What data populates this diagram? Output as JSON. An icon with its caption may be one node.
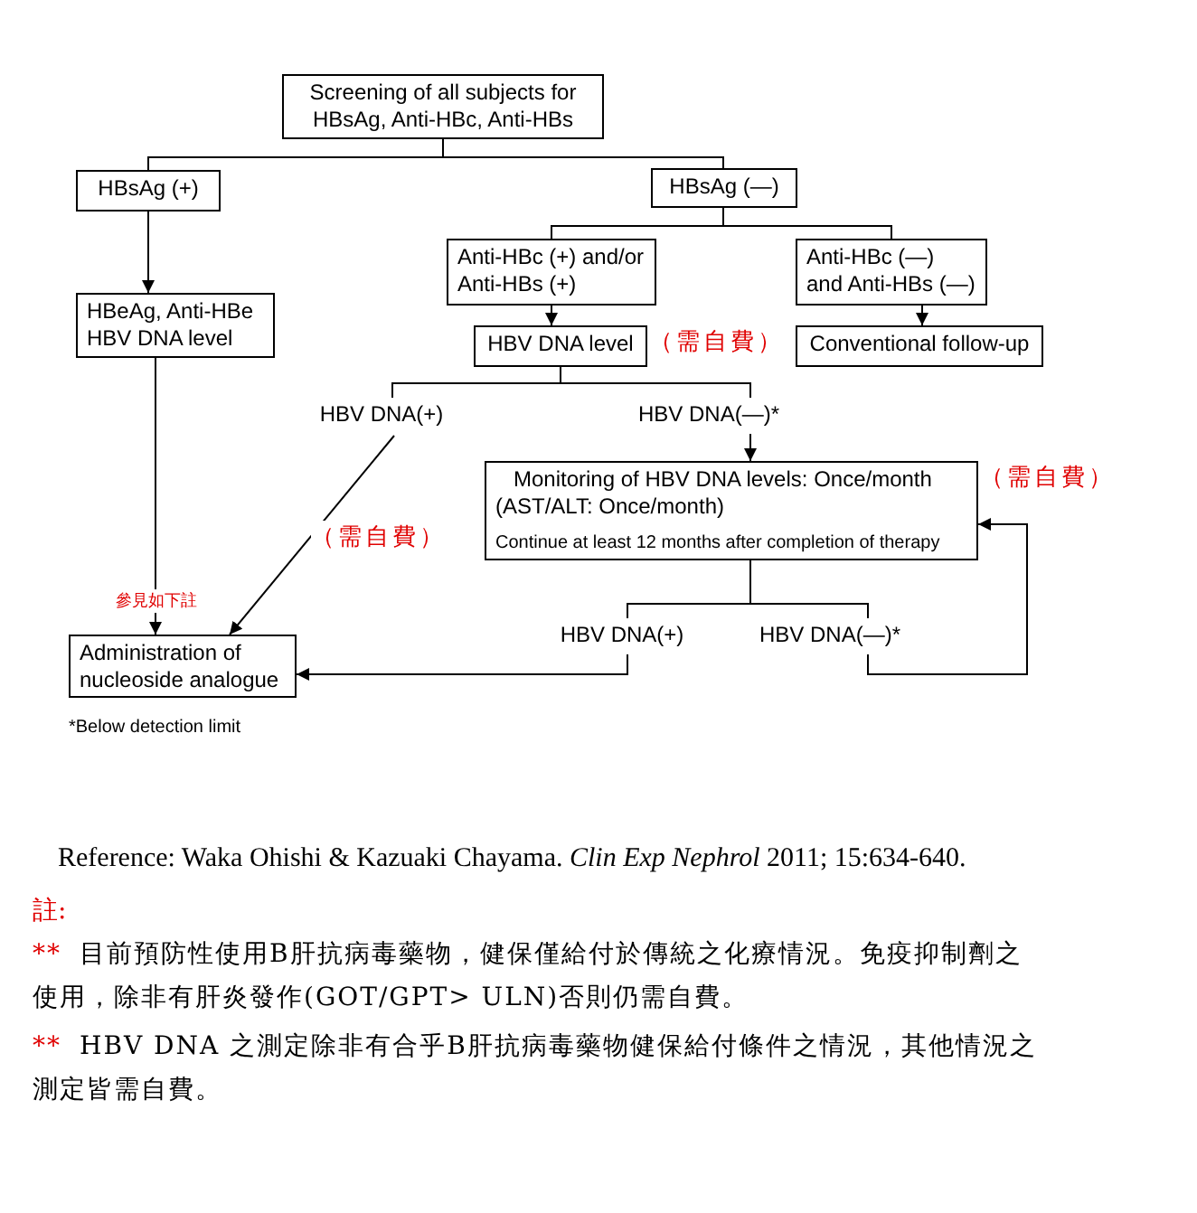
{
  "diagram": {
    "nodes": [
      {
        "text": [
          "Screening of all subjects for HBsAg, Anti-HBc, Anti-HBs"
        ]
      },
      {
        "text": [
          "HBsAg (+)"
        ]
      },
      {
        "text": [
          "HBsAg (—)"
        ]
      },
      {
        "text": [
          "Anti-HBc (+) and/or Anti-HBs (+)"
        ]
      },
      {
        "text": [
          "Anti-HBc (—) and Anti-HBs (—)"
        ]
      },
      {
        "text": [
          "HBeAg, Anti-HBe HBV DNA level"
        ]
      },
      {
        "text": [
          "HBV DNA level"
        ],
        "beside": [
          "（需自費）"
        ]
      },
      {
        "text": [
          "Conventional follow-up"
        ]
      },
      {
        "text": [
          "HBV DNA(+)"
        ]
      },
      {
        "text": [
          "HBV DNA(—)*"
        ]
      },
      {
        "text": [
          "Monitoring of HBV DNA levels: Once/month",
          "(AST/ALT: Once/month)",
          "Continue at least 12 months after completion of therapy"
        ],
        "beside": [
          "（需自費）"
        ]
      },
      {
        "text": [
          "HBV DNA(+)"
        ]
      },
      {
        "text": [
          "HBV DNA(—)*"
        ]
      },
      {
        "text": [
          "Administration of nucleoside analogue"
        ]
      }
    ],
    "edges": [
      {
        "from": 0,
        "to": 1,
        "arrow": "none"
      },
      {
        "from": 0,
        "to": 2,
        "arrow": "none"
      },
      {
        "from": 1,
        "to": 5,
        "arrow": "to"
      },
      {
        "from": 2,
        "to": 3,
        "arrow": "none"
      },
      {
        "from": 2,
        "to": 4,
        "arrow": "none"
      },
      {
        "from": 3,
        "to": 6,
        "arrow": "to"
      },
      {
        "from": 4,
        "to": 7,
        "arrow": "to"
      },
      {
        "from": 6,
        "to": 8,
        "arrow": "none"
      },
      {
        "from": 6,
        "to": 9,
        "arrow": "none"
      },
      {
        "from": 9,
        "to": 10,
        "arrow": "to"
      },
      {
        "from": 8,
        "to": 13,
        "arrow": "to",
        "label": "（需自費）"
      },
      {
        "from": 5,
        "to": 13,
        "arrow": "to",
        "label": "參見如下註"
      },
      {
        "from": 10,
        "to": 11,
        "arrow": "none"
      },
      {
        "from": 10,
        "to": 12,
        "arrow": "none"
      },
      {
        "from": 11,
        "to": 13,
        "arrow": "to"
      },
      {
        "from": 12,
        "to": 10,
        "arrow": "to"
      }
    ],
    "labels": [
      "*Below detection limit",
      "Reference: Waka Ohishi & Kazuaki Chayama. *Clin Exp Nephrol* 2011; 15:634-640.",
      "註:",
      "**",
      "目前預防性使用B肝抗病毒藥物，健保僅給付於傳統之化療情況。免疫抑制劑之使用，除非有肝炎發作(GOT/GPT> ULN)否則仍需自費。",
      "**",
      "HBV DNA 之測定除非有合乎B肝抗病毒藥物健保給付條件之情況，其他情況之測定皆需自費。"
    ]
  }
}
